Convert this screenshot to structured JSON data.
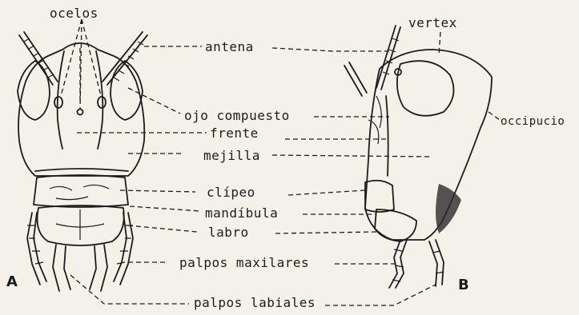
{
  "labels": {
    "ocelos": "ocelos",
    "antena": "antena",
    "vertex": "vertex",
    "ojo_compuesto": "ojo compuesto",
    "occipucio": "occipucio",
    "frente": "frente",
    "mejilla": "mejilla",
    "clipeo": "clípeo",
    "mandibula": "mandíbula",
    "labro": "labro",
    "palpos_maxilares": "palpos maxilares",
    "palpos_labiales": "palpos labiales"
  },
  "views": {
    "front": "A",
    "side": "B"
  }
}
